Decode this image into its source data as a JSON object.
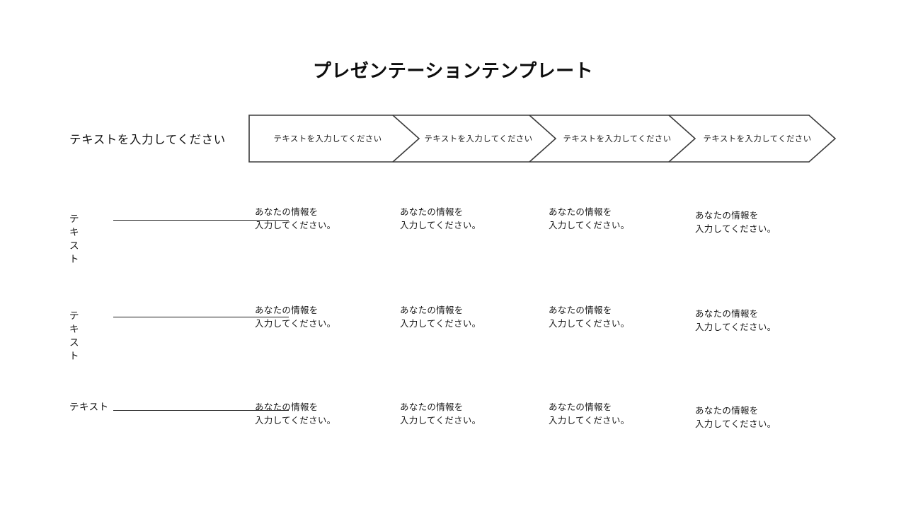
{
  "slide": {
    "title": "プレゼンテーションテンプレート",
    "background_color": "#ffffff",
    "text_color": "#111111",
    "line_color": "#3b3b3b"
  },
  "process_band": {
    "side_label": "テキストを入力してください",
    "steps": [
      {
        "label": "テキストを入力してください"
      },
      {
        "label": "テキストを入力してください"
      },
      {
        "label": "テキストを入力してください"
      },
      {
        "label": "テキストを入力してください"
      }
    ]
  },
  "rows": [
    {
      "label": "テキスト",
      "cells": [
        "あなたの情報を\n入力してください。",
        "あなたの情報を\n入力してください。",
        "あなたの情報を\n入力してください。",
        "あなたの情報を\n入力してください。"
      ]
    },
    {
      "label": "テキスト",
      "cells": [
        "あなたの情報を\n入力してください。",
        "あなたの情報を\n入力してください。",
        "あなたの情報を\n入力してください。",
        "あなたの情報を\n入力してください。"
      ]
    },
    {
      "label": "テキスト",
      "cells": [
        "あなたの情報を\n入力してください。",
        "あなたの情報を\n入力してください。",
        "あなたの情報を\n入力してください。",
        "あなたの情報を\n入力してください。"
      ]
    }
  ]
}
